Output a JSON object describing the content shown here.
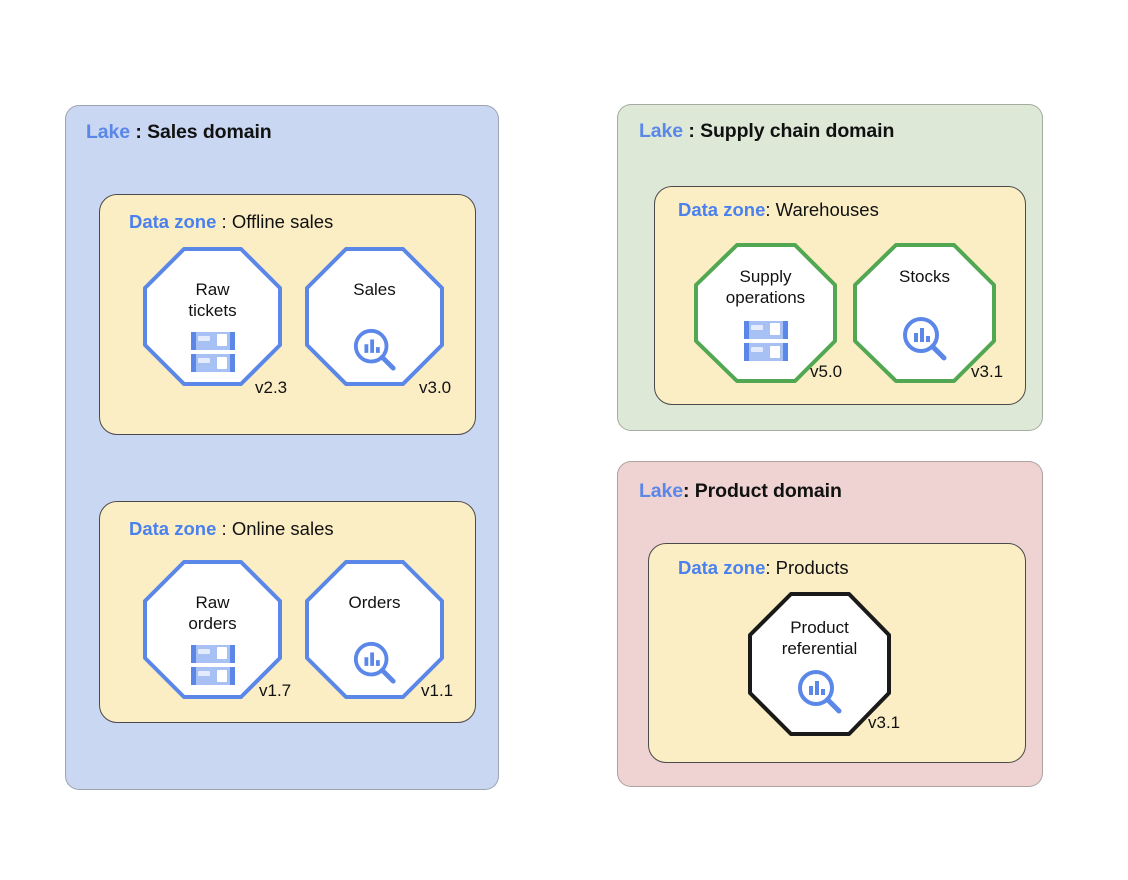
{
  "diagram": {
    "title_keyword_lake": "Lake",
    "title_keyword_zone": "Data zone",
    "colors": {
      "sales_lake_bg": "#c9d7f2",
      "supply_lake_bg": "#dde9d6",
      "product_lake_bg": "#efd2d2",
      "data_zone_bg": "#fbeec4",
      "keyword_blue": "#4a81ee",
      "node_blue": "#5b87e8",
      "node_green": "#52a752",
      "node_black": "#1a1a1a"
    }
  },
  "lakes": [
    {
      "keyword": "Lake",
      "separator": " : ",
      "name": "Sales domain",
      "bg": "#c9d7f2",
      "zones": [
        {
          "keyword": "Data zone",
          "separator": " : ",
          "name": "Offline sales",
          "nodes": [
            {
              "label": "Raw\ntickets",
              "version": "v2.3",
              "icon": "server-icon",
              "stroke": "#5b87e8"
            },
            {
              "label": "Sales",
              "version": "v3.0",
              "icon": "analytics-search-icon",
              "stroke": "#5b87e8"
            }
          ]
        },
        {
          "keyword": "Data zone",
          "separator": " : ",
          "name": "Online sales",
          "nodes": [
            {
              "label": "Raw\norders",
              "version": "v1.7",
              "icon": "server-icon",
              "stroke": "#5b87e8"
            },
            {
              "label": "Orders",
              "version": "v1.1",
              "icon": "analytics-search-icon",
              "stroke": "#5b87e8"
            }
          ]
        }
      ]
    },
    {
      "keyword": "Lake",
      "separator": " : ",
      "name": "Supply chain domain",
      "bg": "#dde9d6",
      "zones": [
        {
          "keyword": "Data zone",
          "separator": ": ",
          "name": "Warehouses",
          "nodes": [
            {
              "label": "Supply\noperations",
              "version": "v5.0",
              "icon": "server-icon",
              "stroke": "#52a752"
            },
            {
              "label": "Stocks",
              "version": "v3.1",
              "icon": "analytics-search-icon",
              "stroke": "#52a752"
            }
          ]
        }
      ]
    },
    {
      "keyword": "Lake",
      "separator": ": ",
      "name": "Product domain",
      "bg": "#efd2d2",
      "zones": [
        {
          "keyword": "Data zone",
          "separator": ": ",
          "name": "Products",
          "nodes": [
            {
              "label": "Product\nreferential",
              "version": "v3.1",
              "icon": "analytics-search-icon",
              "stroke": "#1a1a1a"
            }
          ]
        }
      ]
    }
  ]
}
